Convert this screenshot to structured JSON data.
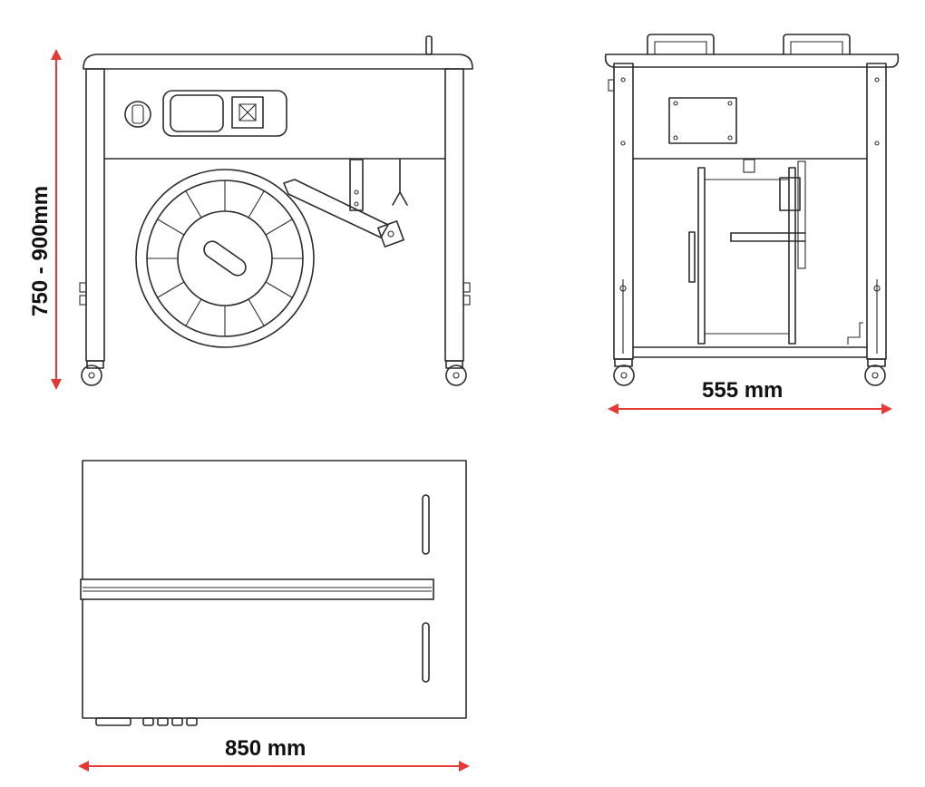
{
  "dimensions": {
    "height_label": "750 - 900mm",
    "depth_label": "555 mm",
    "width_label": "850 mm"
  },
  "colors": {
    "line": "#2b2b2b",
    "dimension": "#e53935",
    "background": "#ffffff"
  }
}
